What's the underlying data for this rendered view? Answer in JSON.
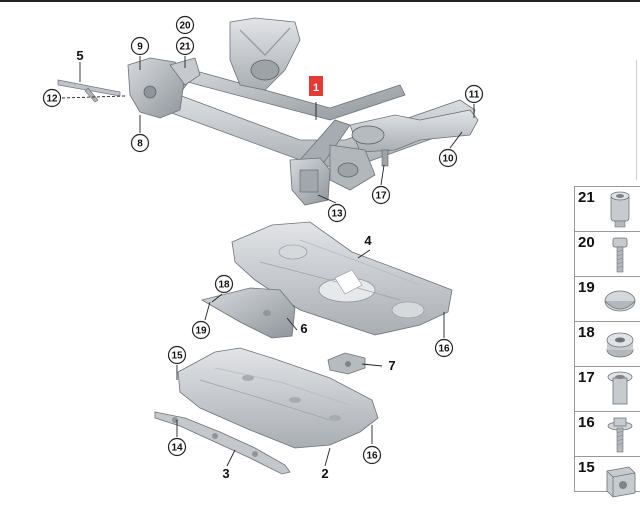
{
  "diagram": {
    "highlight_label": "1",
    "callouts": [
      {
        "id": "c20",
        "text": "20"
      },
      {
        "id": "c21",
        "text": "21"
      },
      {
        "id": "c9",
        "text": "9"
      },
      {
        "id": "c12",
        "text": "12"
      },
      {
        "id": "c8",
        "text": "8"
      },
      {
        "id": "c11",
        "text": "11"
      },
      {
        "id": "c10",
        "text": "10"
      },
      {
        "id": "c17",
        "text": "17"
      },
      {
        "id": "c13",
        "text": "13"
      },
      {
        "id": "c18",
        "text": "18"
      },
      {
        "id": "c19",
        "text": "19"
      },
      {
        "id": "c16a",
        "text": "16"
      },
      {
        "id": "c15",
        "text": "15"
      },
      {
        "id": "c14",
        "text": "14"
      },
      {
        "id": "c16b",
        "text": "16"
      }
    ],
    "plain_labels": [
      {
        "id": "l5",
        "text": "5"
      },
      {
        "id": "l4",
        "text": "4"
      },
      {
        "id": "l6",
        "text": "6"
      },
      {
        "id": "l7",
        "text": "7"
      },
      {
        "id": "l3",
        "text": "3"
      },
      {
        "id": "l2",
        "text": "2"
      }
    ]
  },
  "legend": {
    "items": [
      {
        "number": "21",
        "icon": "sleeve-nut-icon"
      },
      {
        "number": "20",
        "icon": "hex-socket-bolt-icon"
      },
      {
        "number": "19",
        "icon": "mushroom-cap-icon"
      },
      {
        "number": "18",
        "icon": "bushing-icon"
      },
      {
        "number": "17",
        "icon": "flanged-sleeve-icon"
      },
      {
        "number": "16",
        "icon": "flange-bolt-icon"
      },
      {
        "number": "15",
        "icon": "clip-nut-icon"
      }
    ]
  },
  "colors": {
    "part_fill": "#c9ccd0",
    "part_shade": "#9ea3a8",
    "part_light": "#e3e5e8",
    "outline": "#6d7278",
    "highlight": "#e53935"
  }
}
